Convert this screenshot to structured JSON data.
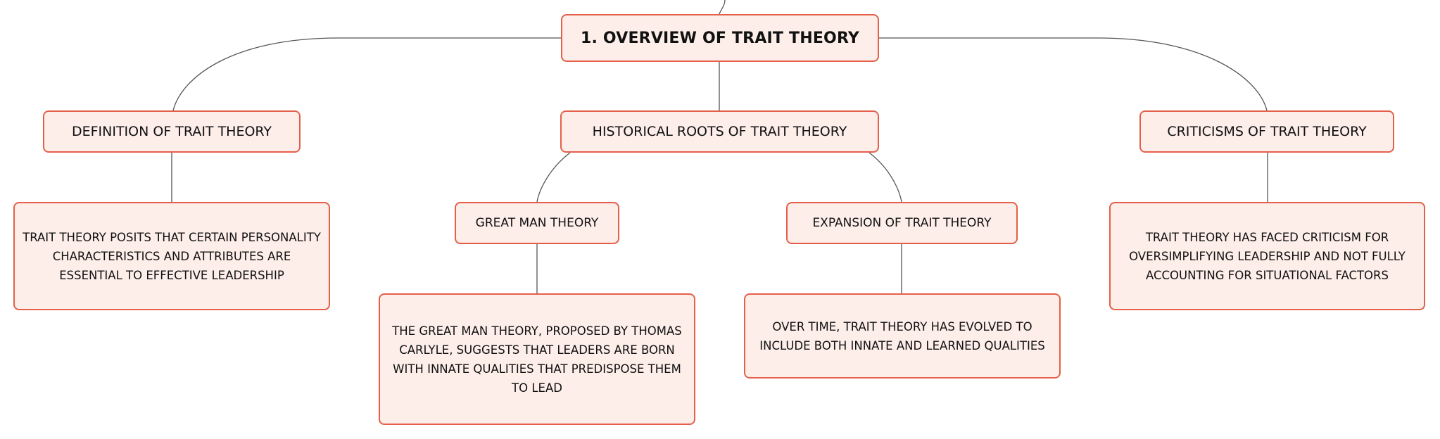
{
  "diagram": {
    "root": {
      "label": "1. OVERVIEW OF TRAIT THEORY"
    },
    "definition": {
      "label": "DEFINITION OF TRAIT THEORY",
      "detail": "TRAIT THEORY POSITS THAT CERTAIN PERSONALITY CHARACTERISTICS AND ATTRIBUTES ARE ESSENTIAL TO EFFECTIVE LEADERSHIP"
    },
    "historical": {
      "label": "HISTORICAL ROOTS OF TRAIT THEORY",
      "great_man": {
        "label": "GREAT MAN THEORY",
        "detail": "THE GREAT MAN THEORY, PROPOSED BY THOMAS CARLYLE, SUGGESTS THAT LEADERS ARE BORN WITH INNATE QUALITIES THAT PREDISPOSE THEM TO LEAD"
      },
      "expansion": {
        "label": "EXPANSION OF TRAIT THEORY",
        "detail": "OVER TIME, TRAIT THEORY HAS EVOLVED TO INCLUDE BOTH INNATE AND LEARNED QUALITIES"
      }
    },
    "criticisms": {
      "label": "CRITICISMS OF TRAIT THEORY",
      "detail": "TRAIT THEORY HAS FACED CRITICISM FOR OVERSIMPLIFYING LEADERSHIP AND NOT FULLY ACCOUNTING FOR SITUATIONAL FACTORS"
    }
  },
  "colors": {
    "node_fill": "#fdeee9",
    "node_border": "#e4604a",
    "connector": "#555555",
    "text": "#111111"
  }
}
